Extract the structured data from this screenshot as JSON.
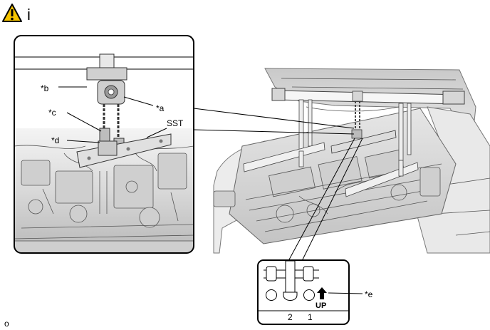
{
  "header": {
    "warning_icon": "warning-icon",
    "mark": "i"
  },
  "callouts": {
    "a": "*a",
    "b": "*b",
    "c": "*c",
    "d": "*d",
    "e": "*e",
    "sst": "SST"
  },
  "detail": {
    "up_label": "UP",
    "position_2": "2",
    "position_1": "1"
  },
  "footer": {
    "mark": "o"
  },
  "colors": {
    "warning_fill": "#f5c400",
    "outline": "#000000",
    "metal": "#d0d0d0"
  }
}
